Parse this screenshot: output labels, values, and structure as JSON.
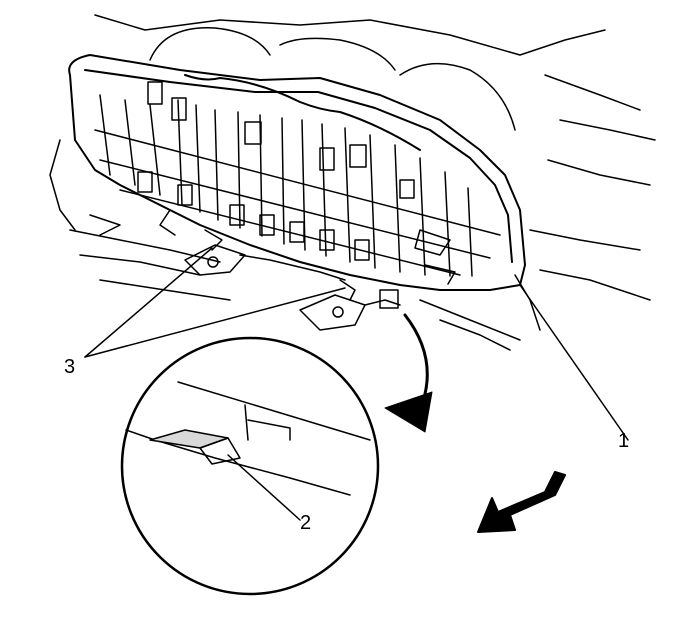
{
  "callouts": {
    "one": "1",
    "two": "2",
    "three": "3"
  },
  "colors": {
    "ink": "#000000",
    "paper": "#ffffff",
    "shade": "#d9d9d9"
  },
  "icons": {
    "detail_arrow": "curved-arrow-icon",
    "direction_arrow": "forward-arrow-icon"
  }
}
